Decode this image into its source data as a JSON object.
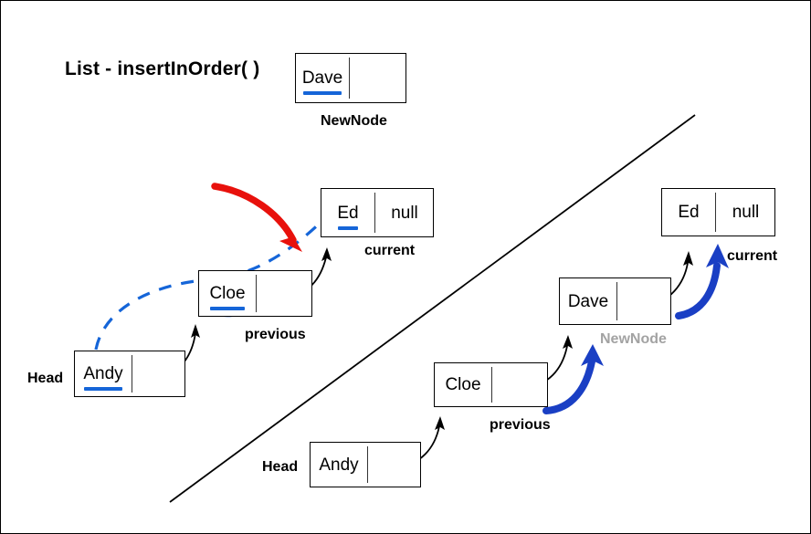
{
  "page": {
    "title": "List - insertInOrder( )",
    "border_color": "#000000",
    "background": "#ffffff"
  },
  "colors": {
    "node_border": "#000000",
    "highlight_blue": "#1565d8",
    "circle_blue": "#1c4fd8",
    "arrow_red": "#e8110c",
    "arrow_blue": "#1a3fc4",
    "arrow_black": "#000000",
    "newnode_gray": "#a3a3a3",
    "divider_line": "#000000"
  },
  "new_node_top": {
    "value": "Dave",
    "next": "",
    "caption": "NewNode",
    "value_underlined": true,
    "value_circled": false
  },
  "before_panel": {
    "nodes": [
      {
        "id": "ed-before",
        "value": "Ed",
        "next": "null",
        "caption": "current",
        "value_underlined": true,
        "value_circled": true
      },
      {
        "id": "cloe-before",
        "value": "Cloe",
        "next": "",
        "caption": "previous",
        "value_underlined": true,
        "value_circled": true
      },
      {
        "id": "andy-before",
        "value": "Andy",
        "next": "",
        "caption": "Head",
        "value_underlined": true,
        "value_circled": false
      }
    ]
  },
  "after_panel": {
    "nodes": [
      {
        "id": "ed-after",
        "value": "Ed",
        "next": "null",
        "caption": "current",
        "value_underlined": false,
        "value_circled": true
      },
      {
        "id": "dave-after",
        "value": "Dave",
        "next": "",
        "caption": "NewNode",
        "value_underlined": false,
        "value_circled": false
      },
      {
        "id": "cloe-after",
        "value": "Cloe",
        "next": "",
        "caption": "previous",
        "value_underlined": false,
        "value_circled": true
      },
      {
        "id": "andy-after",
        "value": "Andy",
        "next": "",
        "caption": "Head",
        "value_underlined": false,
        "value_circled": false
      }
    ]
  },
  "labels": {
    "head_before": "Head",
    "previous_before": "previous",
    "current_before": "current",
    "newnode_top": "NewNode",
    "head_after": "Head",
    "previous_after": "previous",
    "current_after": "current",
    "newnode_after": "NewNode"
  },
  "values": {
    "dave": "Dave",
    "ed": "Ed",
    "cloe": "Cloe",
    "andy": "Andy",
    "null": "null",
    "empty": ""
  }
}
